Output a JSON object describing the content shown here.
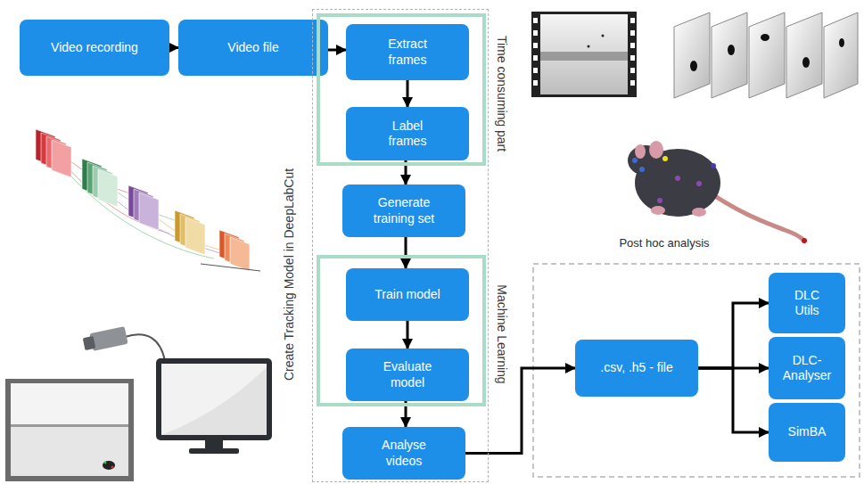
{
  "diagram": {
    "nodes": [
      {
        "text": [
          "Video recording"
        ]
      },
      {
        "text": [
          "Video file"
        ]
      },
      {
        "text": [
          "Create Tracking Model in DeepLabCut"
        ]
      },
      {
        "text": [
          "Time consuming part"
        ],
        "in": 2
      },
      {
        "text": [
          "Extract frames"
        ],
        "in": 3
      },
      {
        "text": [
          "Label frames"
        ],
        "in": 3
      },
      {
        "text": [
          "Generate training set"
        ],
        "in": 2
      },
      {
        "text": [
          "Machine Learning"
        ],
        "in": 2
      },
      {
        "text": [
          "Train model"
        ],
        "in": 7
      },
      {
        "text": [
          "Evaluate model"
        ],
        "in": 7
      },
      {
        "text": [
          "Analyse videos"
        ],
        "in": 2
      },
      {
        "text": [
          ".csv, .h5 - file"
        ]
      },
      {
        "text": [
          "DLC Utils"
        ]
      },
      {
        "text": [
          "DLC-Analyser"
        ]
      },
      {
        "text": [
          "SimBA"
        ]
      }
    ],
    "edges": [
      {
        "from": 0,
        "to": 1,
        "arrow": "to"
      },
      {
        "from": 1,
        "to": 4,
        "arrow": "to"
      },
      {
        "from": 4,
        "to": 5,
        "arrow": "to"
      },
      {
        "from": 5,
        "to": 6,
        "arrow": "to"
      },
      {
        "from": 6,
        "to": 8,
        "arrow": "to"
      },
      {
        "from": 8,
        "to": 9,
        "arrow": "to"
      },
      {
        "from": 9,
        "to": 10,
        "arrow": "to"
      },
      {
        "from": 10,
        "to": 11,
        "arrow": "to"
      },
      {
        "from": 11,
        "to": 12,
        "arrow": "to"
      },
      {
        "from": 11,
        "to": 13,
        "arrow": "to"
      },
      {
        "from": 11,
        "to": 14,
        "arrow": "to"
      }
    ],
    "labels": [
      "Post hoc analysis"
    ]
  }
}
